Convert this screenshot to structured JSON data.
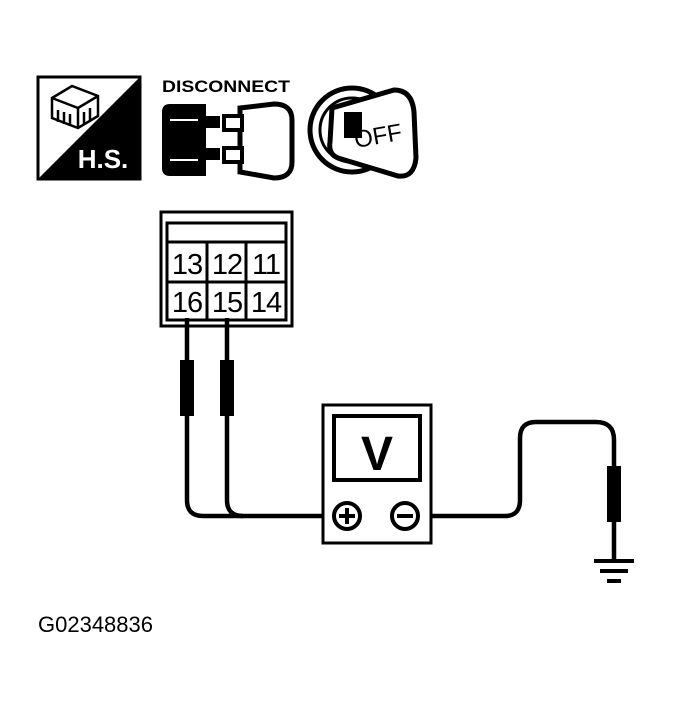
{
  "icons": {
    "harness_side_label": "H.S.",
    "disconnect_label": "DISCONNECT",
    "ignition_label": "OFF"
  },
  "connector": {
    "cells": [
      "13",
      "12",
      "11",
      "16",
      "15",
      "14"
    ]
  },
  "meter": {
    "unit_label": "V",
    "positive_symbol": "+",
    "negative_symbol": "−"
  },
  "figure_id": "G02348836",
  "colors": {
    "ink": "#000000",
    "paper": "#ffffff"
  }
}
